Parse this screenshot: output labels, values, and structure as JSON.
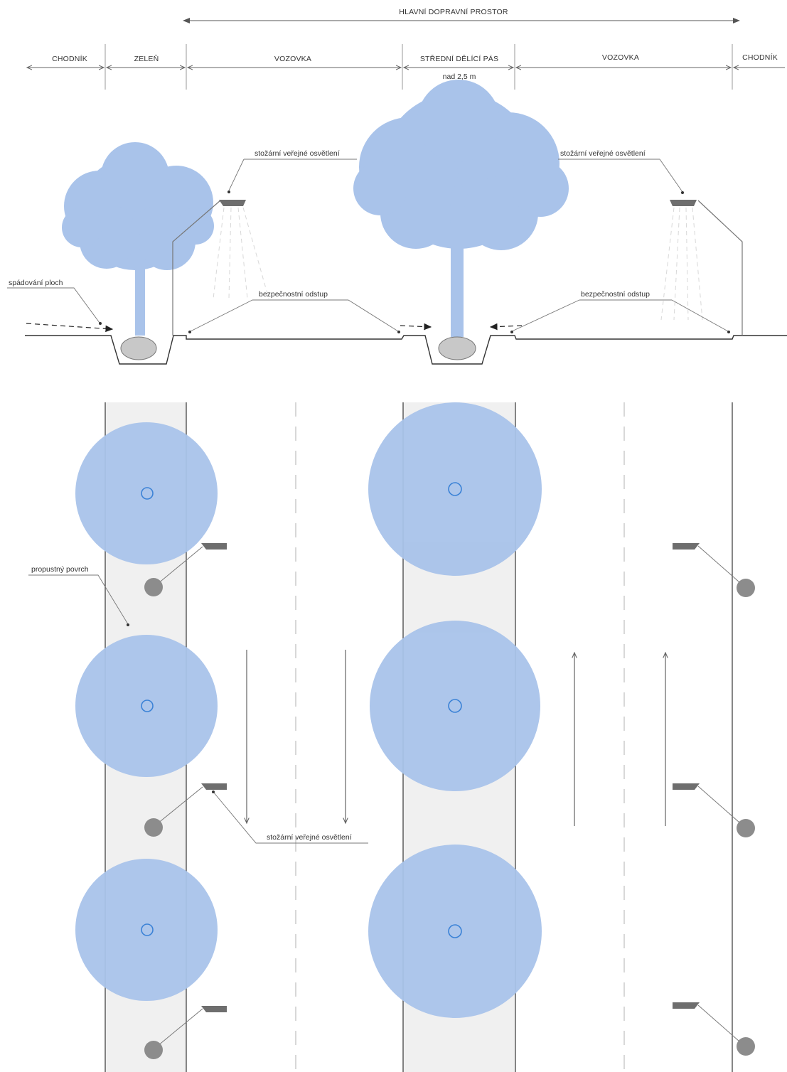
{
  "header": {
    "main_span": "HLAVNÍ DOPRAVNÍ PROSTOR",
    "zones": [
      {
        "id": "chodnik-left",
        "label": "CHODNÍK"
      },
      {
        "id": "zelen",
        "label": "ZELEŇ"
      },
      {
        "id": "vozovka-left",
        "label": "VOZOVKA"
      },
      {
        "id": "stredni-delici-pas",
        "label": "STŘEDNÍ DĚLÍCÍ PÁS"
      },
      {
        "id": "vozovka-right",
        "label": "VOZOVKA"
      },
      {
        "id": "chodnik-right",
        "label": "CHODNÍK"
      }
    ],
    "median_width_note": "nad 2,5 m"
  },
  "section_labels": {
    "lighting_left": "stožární veřejné osvětlení",
    "lighting_right": "stožární veřejné osvětlení",
    "slope": "spádování ploch",
    "safety_left": "bezpečnostní odstup",
    "safety_right": "bezpečnostní odstup"
  },
  "plan_labels": {
    "permeable_surface": "propustný povrch",
    "lighting": "stožární veřejné osvětlení"
  },
  "colors": {
    "tree_canopy": "#a9c3ea",
    "tree_trunk_ring": "#3b82d6",
    "green_strip": "#f0f0f0",
    "lamp": "#6e6e6e",
    "pole_base": "#8c8c8c",
    "line": "#555555",
    "dashed": "#b0b0b0"
  }
}
